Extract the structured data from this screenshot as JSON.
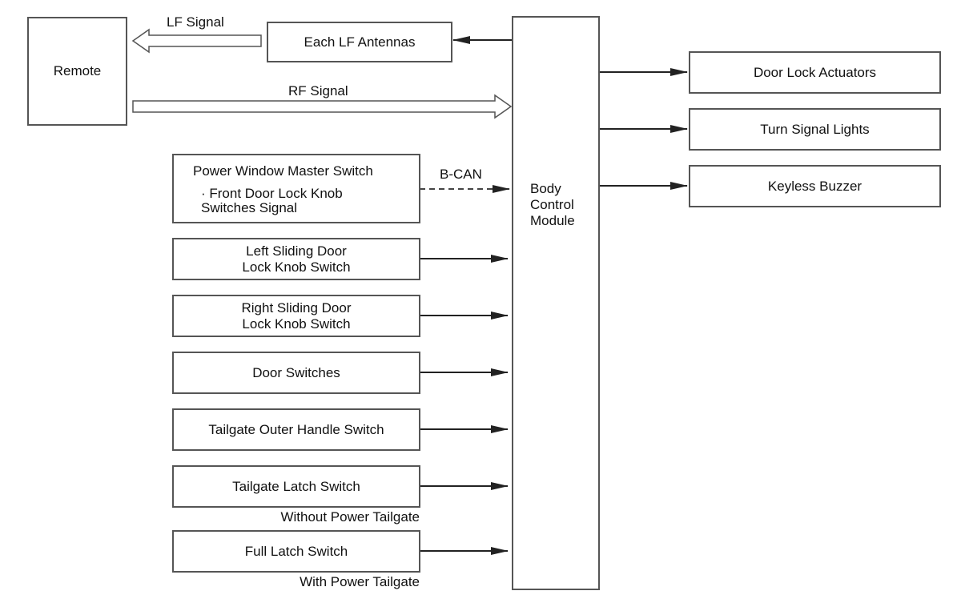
{
  "remote": {
    "label": "Remote"
  },
  "lf_antennas": {
    "label": "Each LF Antennas"
  },
  "signals": {
    "lf": "LF Signal",
    "rf": "RF Signal",
    "bcan": "B-CAN"
  },
  "bcm": {
    "line1": "Body",
    "line2": "Control",
    "line3": "Module"
  },
  "inputs": {
    "power_window": {
      "line1": "Power Window Master Switch",
      "line2": "· Front Door Lock Knob",
      "line3": "Switches Signal"
    },
    "left_sliding": {
      "line1": "Left Sliding Door",
      "line2": "Lock Knob Switch"
    },
    "right_sliding": {
      "line1": "Right Sliding Door",
      "line2": "Lock Knob Switch"
    },
    "door_switches": "Door Switches",
    "tailgate_outer": "Tailgate Outer Handle Switch",
    "tailgate_latch": "Tailgate Latch Switch",
    "full_latch": "Full Latch Switch"
  },
  "notes": {
    "without_power_tailgate": "Without Power Tailgate",
    "with_power_tailgate": "With Power Tailgate"
  },
  "outputs": {
    "door_lock_actuators": "Door Lock Actuators",
    "turn_signal_lights": "Turn Signal Lights",
    "keyless_buzzer": "Keyless Buzzer"
  },
  "colors": {
    "line": "#222222",
    "border": "#555555"
  }
}
